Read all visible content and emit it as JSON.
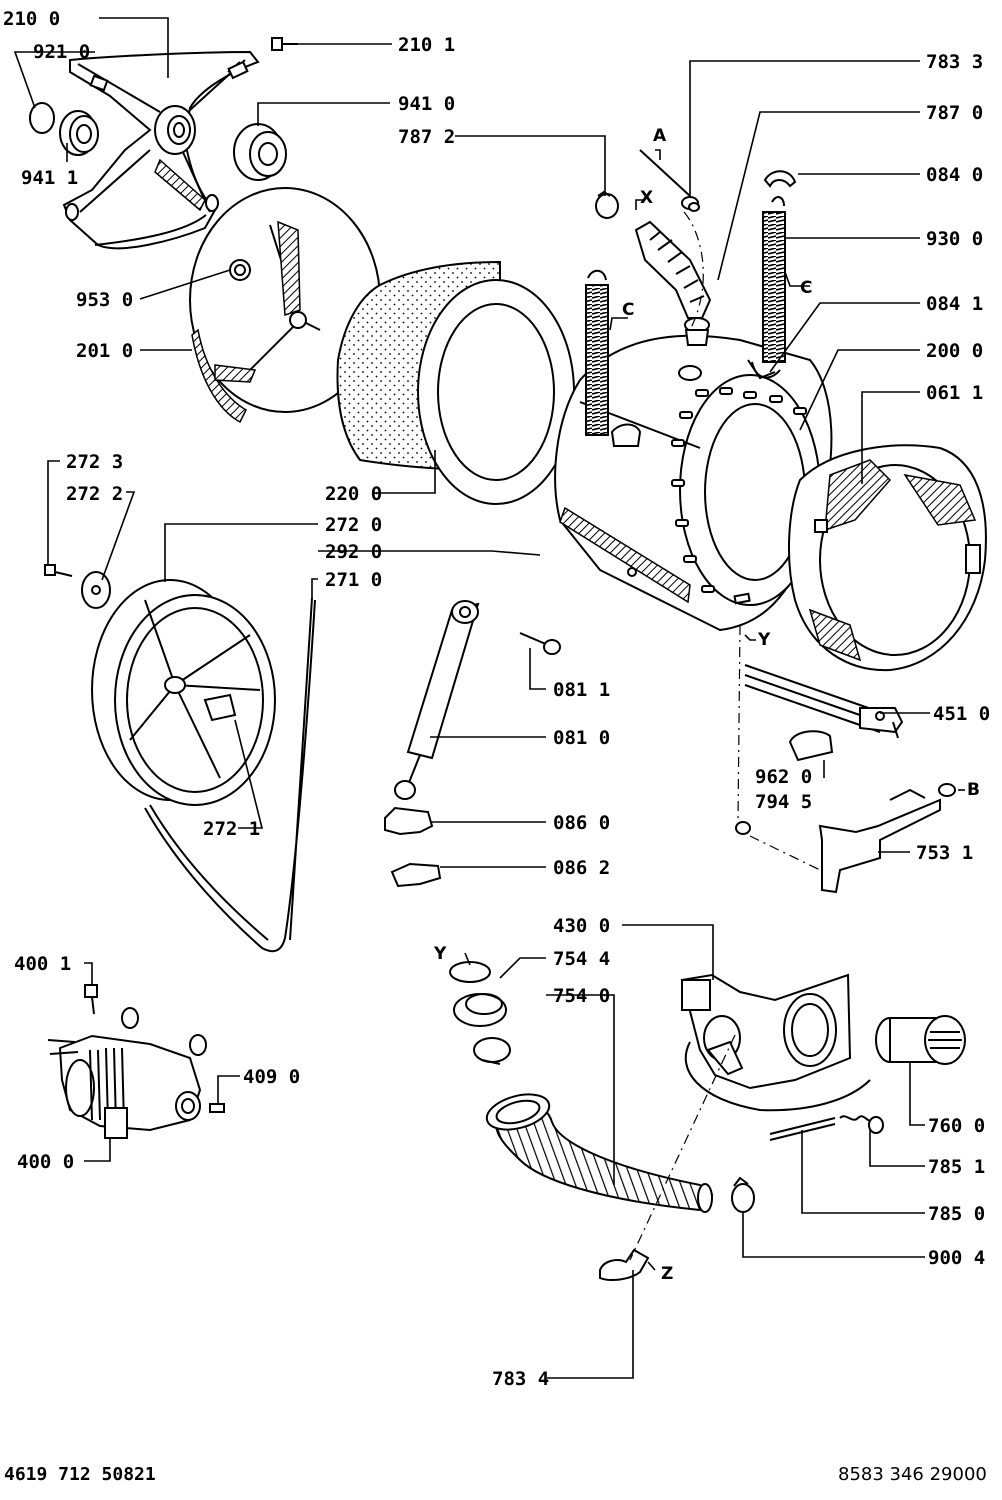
{
  "callouts": [
    {
      "id": "c-2100",
      "code": "210 0"
    },
    {
      "id": "c-9210",
      "code": "921 0"
    },
    {
      "id": "c-9411a",
      "code": "941 1"
    },
    {
      "id": "c-2101",
      "code": "210 1"
    },
    {
      "id": "c-9410",
      "code": "941 0"
    },
    {
      "id": "c-7872",
      "code": "787 2"
    },
    {
      "id": "c-7833",
      "code": "783 3"
    },
    {
      "id": "c-7870",
      "code": "787 0"
    },
    {
      "id": "c-0840",
      "code": "084 0"
    },
    {
      "id": "c-9300",
      "code": "930 0"
    },
    {
      "id": "c-0841",
      "code": "084 1"
    },
    {
      "id": "c-2000",
      "code": "200 0"
    },
    {
      "id": "c-0611",
      "code": "061 1"
    },
    {
      "id": "c-9530",
      "code": "953 0"
    },
    {
      "id": "c-2010",
      "code": "201 0"
    },
    {
      "id": "c-2723",
      "code": "272 3"
    },
    {
      "id": "c-2722",
      "code": "272 2"
    },
    {
      "id": "c-2200",
      "code": "220 0"
    },
    {
      "id": "c-2720",
      "code": "272 0"
    },
    {
      "id": "c-2920",
      "code": "292 0"
    },
    {
      "id": "c-2710",
      "code": "271 0"
    },
    {
      "id": "c-0811",
      "code": "081 1"
    },
    {
      "id": "c-0810",
      "code": "081 0"
    },
    {
      "id": "c-4510",
      "code": "451 0"
    },
    {
      "id": "c-9620",
      "code": "962 0"
    },
    {
      "id": "c-7945",
      "code": "794 5"
    },
    {
      "id": "c-2721",
      "code": "272 1"
    },
    {
      "id": "c-0860",
      "code": "086 0"
    },
    {
      "id": "c-0862",
      "code": "086 2"
    },
    {
      "id": "c-7531",
      "code": "753 1"
    },
    {
      "id": "c-4300",
      "code": "430 0"
    },
    {
      "id": "c-7544",
      "code": "754 4"
    },
    {
      "id": "c-7540",
      "code": "754 0"
    },
    {
      "id": "c-4001",
      "code": "400 1"
    },
    {
      "id": "c-4090",
      "code": "409 0"
    },
    {
      "id": "c-4000",
      "code": "400 0"
    },
    {
      "id": "c-7600",
      "code": "760 0"
    },
    {
      "id": "c-7851",
      "code": "785 1"
    },
    {
      "id": "c-7850",
      "code": "785 0"
    },
    {
      "id": "c-9004",
      "code": "900 4"
    },
    {
      "id": "c-7834",
      "code": "783 4"
    }
  ],
  "letters": {
    "A": "A",
    "X": "X",
    "C1": "C",
    "C2": "C",
    "Y1": "Y",
    "Y2": "Y",
    "B": "B",
    "Z": "Z"
  },
  "footer": {
    "left": "4619 712 50821",
    "right": "8583 346 29000"
  }
}
